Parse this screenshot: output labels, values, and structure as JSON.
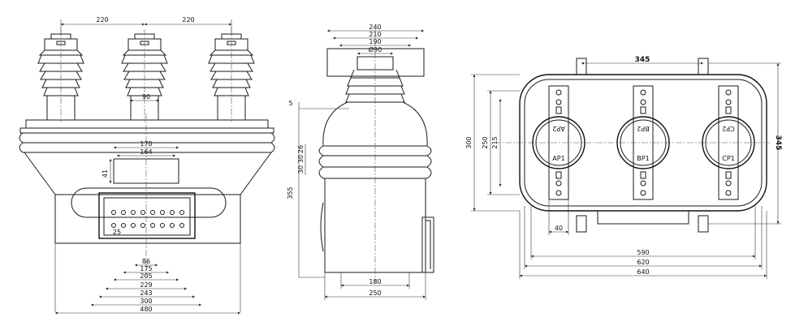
{
  "front": {
    "d_220_left": "220",
    "d_220_right": "220",
    "d_90": "90",
    "d_170": "170",
    "d_164": "164",
    "d_41": "41",
    "d_25": "25",
    "d_86": "86",
    "d_175": "175",
    "d_205": "205",
    "d_229": "229",
    "d_243": "243",
    "d_300": "300",
    "d_480": "480"
  },
  "side": {
    "d_240": "240",
    "d_210": "210",
    "d_190": "190",
    "d_phi90": "Ø90",
    "d_5": "5",
    "d_a": "30",
    "d_b": "30",
    "d_c": "26",
    "d_355": "355",
    "d_180": "180",
    "d_250": "250"
  },
  "top": {
    "d_345_top": "345",
    "d_345_right": "345",
    "d_300": "300",
    "d_250": "250",
    "d_215": "215",
    "d_40": "40",
    "d_590": "590",
    "d_620": "620",
    "d_640": "640",
    "label_ap2": "AP2",
    "label_bp2": "BP2",
    "label_cp2": "CP2",
    "label_ap1": "AP1",
    "label_bp1": "BP1",
    "label_cp1": "CP1"
  }
}
